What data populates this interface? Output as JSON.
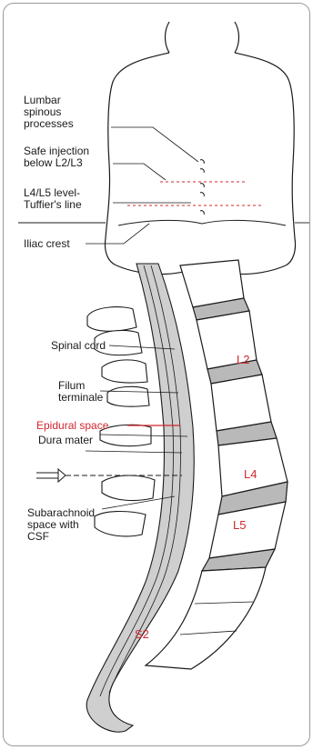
{
  "figure": {
    "top_labels": {
      "lumbar_spinous": "Lumbar\nspinous\nprocesses",
      "safe_injection": "Safe injection\nbelow L2/L3",
      "tuffier_line": "L4/L5 level-\nTuffier's line",
      "iliac_crest": "Iliac crest"
    },
    "bottom_labels": {
      "spinal_cord": "Spinal cord",
      "filum_terminale": "Filum\nterminale",
      "epidural_space": "Epidural space",
      "dura_mater": "Dura mater",
      "subarachnoid": "Subarachnoid\nspace with\nCSF"
    },
    "vertebra_labels": {
      "l2": "L2",
      "l4": "L4",
      "l5": "L5",
      "s2": "S2"
    },
    "colors": {
      "outline": "#1a1a1a",
      "accent": "#d0272f",
      "disc_gray": "#b9b9b9",
      "canal_gray": "#cfcfcf"
    }
  }
}
